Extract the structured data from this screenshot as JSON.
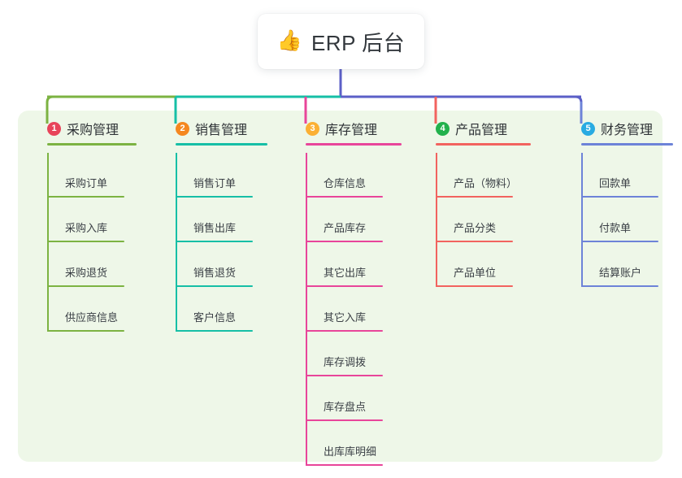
{
  "root": {
    "icon": "thumbs-up-icon",
    "icon_glyph": "👍",
    "title": "ERP 后台"
  },
  "theme": {
    "page_background": "#ffffff",
    "panel_background": "#eef7e8",
    "card_background": "#ffffff",
    "title_color": "#33383d",
    "label_color": "#3a3f45",
    "root_stem_color": "#5b5fc7",
    "bus_left_color": "#7cb342",
    "bus_mid_color": "#16bfa6",
    "bus_right_color": "#5b5fc7"
  },
  "columns": [
    {
      "number": "1",
      "title": "采购管理",
      "badge_color": "#e8445a",
      "line_color": "#7cb342",
      "items": [
        "采购订单",
        "采购入库",
        "采购退货",
        "供应商信息"
      ]
    },
    {
      "number": "2",
      "title": "销售管理",
      "badge_color": "#f5871f",
      "line_color": "#16bfa6",
      "items": [
        "销售订单",
        "销售出库",
        "销售退货",
        "客户信息"
      ]
    },
    {
      "number": "3",
      "title": "库存管理",
      "badge_color": "#fbb034",
      "line_color": "#e8459a",
      "items": [
        "仓库信息",
        "产品库存",
        "其它出库",
        "其它入库",
        "库存调拨",
        "库存盘点",
        "出库库明细"
      ]
    },
    {
      "number": "4",
      "title": "产品管理",
      "badge_color": "#22b14c",
      "line_color": "#f2635f",
      "items": [
        "产品（物料）",
        "产品分类",
        "产品单位"
      ]
    },
    {
      "number": "5",
      "title": "财务管理",
      "badge_color": "#29abe2",
      "line_color": "#6d83d8",
      "items": [
        "回款单",
        "付款单",
        "结算账户"
      ]
    }
  ]
}
